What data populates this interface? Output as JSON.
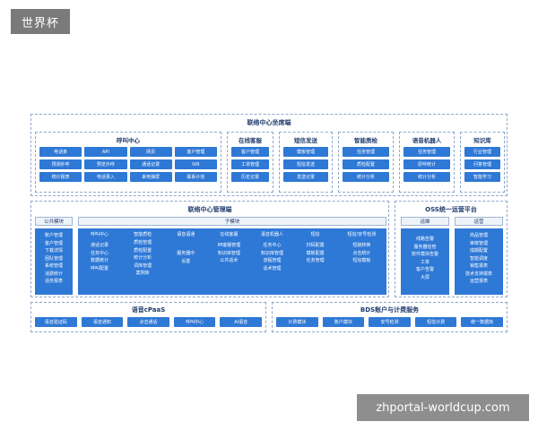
{
  "corner_tag": "世界杯",
  "watermark": "zhportal-worldcup.com",
  "seat": {
    "title": "联络中心坐席端",
    "boxes": [
      {
        "title": "呼叫中心",
        "cols": 4,
        "items": [
          "电话条",
          "API",
          "网页",
          "客户管理",
          "预测外呼",
          "预览外呼",
          "通话记录",
          "IVR",
          "统计报表",
          "电话录入",
          "来电弹屏",
          "联系计划"
        ]
      },
      {
        "title": "在线客服",
        "cols": 1,
        "items": [
          "客户管理",
          "工单管理",
          "历史记录"
        ]
      },
      {
        "title": "短信发送",
        "cols": 1,
        "items": [
          "模板管理",
          "短信发送",
          "发送记录"
        ]
      },
      {
        "title": "智能质检",
        "cols": 1,
        "items": [
          "任务管理",
          "质检配置",
          "统计分析"
        ]
      },
      {
        "title": "语音机器人",
        "cols": 1,
        "items": [
          "任务管理",
          "原呼统计",
          "统计分析"
        ]
      },
      {
        "title": "知识库",
        "cols": 1,
        "items": [
          "行业管理",
          "问答管理",
          "智能学习"
        ]
      }
    ]
  },
  "mgmt": {
    "title": "联络中心管理端",
    "public_header": "公共模块",
    "public_items": [
      "账户管理",
      "客户管理",
      "下载详情",
      "团队管理",
      "系统管理",
      "消费统计",
      "话务报表"
    ],
    "sub_header": "子模块",
    "cols": [
      {
        "title": "呼叫中心",
        "items": [
          "通话记录",
          "任务中心",
          "数据统计",
          "呼叫配置"
        ]
      },
      {
        "title": "智能质检",
        "items": [
          "质检管理",
          "质检配置",
          "统计分析",
          "词库管理",
          "案例库"
        ]
      },
      {
        "title": "语音语通",
        "items": [
          "服务器中",
          "设置"
        ]
      },
      {
        "title": "在线客服",
        "items": [
          "IM客服管理",
          "知识库管理",
          "公共话术"
        ]
      },
      {
        "title": "语音机器人",
        "items": [
          "任务中心",
          "知识库管理",
          "流程管理",
          "话术管理"
        ]
      },
      {
        "title": "短信",
        "items": [
          "扫码配置",
          "模板配置",
          "任务管理"
        ]
      },
      {
        "title": "短信/安号检测",
        "items": [
          "短链转换",
          "点击统计",
          "短信模板"
        ]
      }
    ]
  },
  "oss": {
    "title": "OSS统一运营平台",
    "ops_header": "运维",
    "ops_items": [
      "线路告警",
      "服务器信管",
      "软件模块告警",
      "工单",
      "客户告警",
      "大屏"
    ],
    "opsb_header": "运营",
    "opsb_items": [
      "商品管理",
      "审核管理",
      "成期配置",
      "智能调度",
      "销售报表",
      "技术支持报表",
      "运营报表"
    ]
  },
  "cpaas": {
    "title": "语音cPaaS",
    "items": [
      "语音验证码",
      "语音通知",
      "点击通话",
      "呼叫中心",
      "AI语音"
    ]
  },
  "bds": {
    "title": "BDS账户与计费服务",
    "items": [
      "计费模块",
      "账户模块",
      "安号检测",
      "短信计费",
      "统一数据库"
    ]
  }
}
